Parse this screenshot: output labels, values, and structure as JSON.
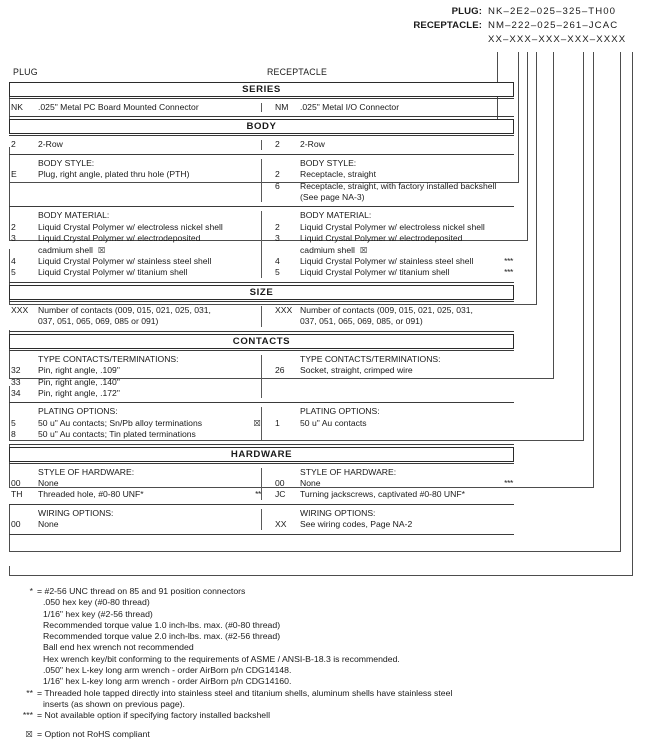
{
  "header": {
    "plug_label": "PLUG:",
    "plug_value": "NK–2E2–025–325–TH00",
    "receptacle_label": "RECEPTACLE:",
    "receptacle_value": "NM–222–025–261–JCAC",
    "mask_value": "XX–XXX–XXX–XXX–XXXX"
  },
  "columns": {
    "plug": "PLUG",
    "receptacle": "RECEPTACLE"
  },
  "symbols": {
    "rohs": "☒",
    "star1": "*",
    "star2": "**",
    "star3": "***"
  },
  "sections": [
    {
      "bar": "SERIES",
      "blocks": [
        {
          "plug": {
            "title": "",
            "lines": [
              {
                "code": "NK",
                "desc": ".025\" Metal PC Board Mounted Connector"
              }
            ]
          },
          "recep": {
            "title": "",
            "lines": [
              {
                "code": "NM",
                "desc": ".025\" Metal I/O Connector"
              }
            ]
          }
        }
      ]
    },
    {
      "bar": "BODY",
      "blocks": [
        {
          "plug": {
            "title": "",
            "lines": [
              {
                "code": "2",
                "desc": "2-Row"
              }
            ]
          },
          "recep": {
            "title": "",
            "lines": [
              {
                "code": "2",
                "desc": "2-Row"
              }
            ]
          }
        },
        {
          "plug": {
            "title": "BODY STYLE:",
            "lines": [
              {
                "code": "E",
                "desc": "Plug, right angle, plated thru hole (PTH)"
              }
            ]
          },
          "recep": {
            "title": "BODY STYLE:",
            "lines": [
              {
                "code": "2",
                "desc": "Receptacle, straight"
              },
              {
                "code": "6",
                "desc": "Receptacle, straight, with factory installed backshell",
                "cont": "(See page NA-3)"
              }
            ]
          }
        },
        {
          "plug": {
            "title": "BODY MATERIAL:",
            "lines": [
              {
                "code": "2",
                "desc": "Liquid Crystal Polymer w/ electroless nickel shell"
              },
              {
                "code": "3",
                "desc": "Liquid Crystal Polymer w/ electrodeposited",
                "cont": "cadmium shell",
                "cont_rohs": true
              },
              {
                "code": "4",
                "desc": "Liquid Crystal Polymer w/ stainless steel shell"
              },
              {
                "code": "5",
                "desc": "Liquid Crystal Polymer w/ titanium shell"
              }
            ]
          },
          "recep": {
            "title": "BODY MATERIAL:",
            "lines": [
              {
                "code": "2",
                "desc": "Liquid Crystal Polymer w/ electroless nickel shell"
              },
              {
                "code": "3",
                "desc": "Liquid Crystal Polymer w/ electrodeposited",
                "cont": "cadmium shell",
                "cont_rohs": true
              },
              {
                "code": "4",
                "desc": "Liquid Crystal Polymer w/ stainless steel shell",
                "note": "***"
              },
              {
                "code": "5",
                "desc": "Liquid Crystal Polymer w/ titanium shell",
                "note": "***"
              }
            ]
          }
        }
      ]
    },
    {
      "bar": "SIZE",
      "blocks": [
        {
          "plug": {
            "title": "",
            "lines": [
              {
                "code": "XXX",
                "desc": "Number of contacts (009, 015, 021, 025, 031,",
                "cont": "037, 051, 065, 069, 085 or 091)"
              }
            ]
          },
          "recep": {
            "title": "",
            "lines": [
              {
                "code": "XXX",
                "desc": "Number of contacts (009, 015, 021, 025, 031,",
                "cont": "037, 051, 065, 069, 085, or 091)"
              }
            ]
          }
        }
      ]
    },
    {
      "bar": "CONTACTS",
      "blocks": [
        {
          "plug": {
            "title": "TYPE CONTACTS/TERMINATIONS:",
            "lines": [
              {
                "code": "32",
                "desc": "Pin, right angle, .109\""
              },
              {
                "code": "33",
                "desc": "Pin, right angle, .140\""
              },
              {
                "code": "34",
                "desc": "Pin, right angle, .172\""
              }
            ]
          },
          "recep": {
            "title": "TYPE CONTACTS/TERMINATIONS:",
            "lines": [
              {
                "code": "26",
                "desc": "Socket, straight, crimped wire"
              }
            ]
          }
        },
        {
          "plug": {
            "title": "PLATING OPTIONS:",
            "lines": [
              {
                "code": "5",
                "desc": "50 u\" Au contacts; Sn/Pb alloy terminations",
                "rohs": true
              },
              {
                "code": "8",
                "desc": "50 u\" Au contacts; Tin plated terminations"
              }
            ]
          },
          "recep": {
            "title": "PLATING OPTIONS:",
            "lines": [
              {
                "code": "1",
                "desc": "50 u\" Au contacts"
              }
            ]
          }
        }
      ]
    },
    {
      "bar": "HARDWARE",
      "blocks": [
        {
          "plug": {
            "title": "STYLE OF HARDWARE:",
            "lines": [
              {
                "code": "00",
                "desc": "None"
              },
              {
                "code": "TH",
                "desc": "Threaded hole, #0-80 UNF*",
                "note": "**"
              }
            ]
          },
          "recep": {
            "title": "STYLE OF HARDWARE:",
            "lines": [
              {
                "code": "00",
                "desc": "None",
                "note": "***"
              },
              {
                "code": "JC",
                "desc": "Turning jackscrews, captivated #0-80 UNF*"
              }
            ]
          }
        },
        {
          "plug": {
            "title": "WIRING OPTIONS:",
            "lines": [
              {
                "code": "00",
                "desc": "None"
              }
            ]
          },
          "recep": {
            "title": "WIRING OPTIONS:",
            "lines": [
              {
                "code": "XX",
                "desc": "See wiring codes, Page NA-2"
              }
            ]
          }
        }
      ]
    }
  ],
  "footnotes": [
    {
      "mark": "*",
      "text": "= #2-56 UNC thread on 85 and 91 position connectors",
      "subs": [
        ".050 hex key (#0-80 thread)",
        "1/16\" hex key (#2-56 thread)",
        "Recommended torque value 1.0 inch-lbs. max. (#0-80 thread)",
        "Recommended torque value 2.0 inch-lbs. max. (#2-56 thread)",
        "Ball end hex wrench not recommended",
        "Hex wrench key/bit conforming to the requirements of ASME / ANSI-B-18.3 is recommended.",
        ".050\" hex L-key long arm wrench - order AirBorn p/n CDG14148.",
        "1/16\" hex L-key long arm wrench - order AirBorn p/n CDG14160."
      ]
    },
    {
      "mark": "**",
      "text": "= Threaded hole tapped directly into stainless steel and titanium shells, aluminum shells have stainless steel",
      "subs": [
        "inserts (as shown on previous page)."
      ]
    },
    {
      "mark": "***",
      "text": "= Not available option if specifying factory installed backshell",
      "subs": []
    },
    {
      "mark": "☒",
      "sym": true,
      "gap_before": true,
      "text": "= Option not RoHS compliant",
      "subs": []
    }
  ]
}
